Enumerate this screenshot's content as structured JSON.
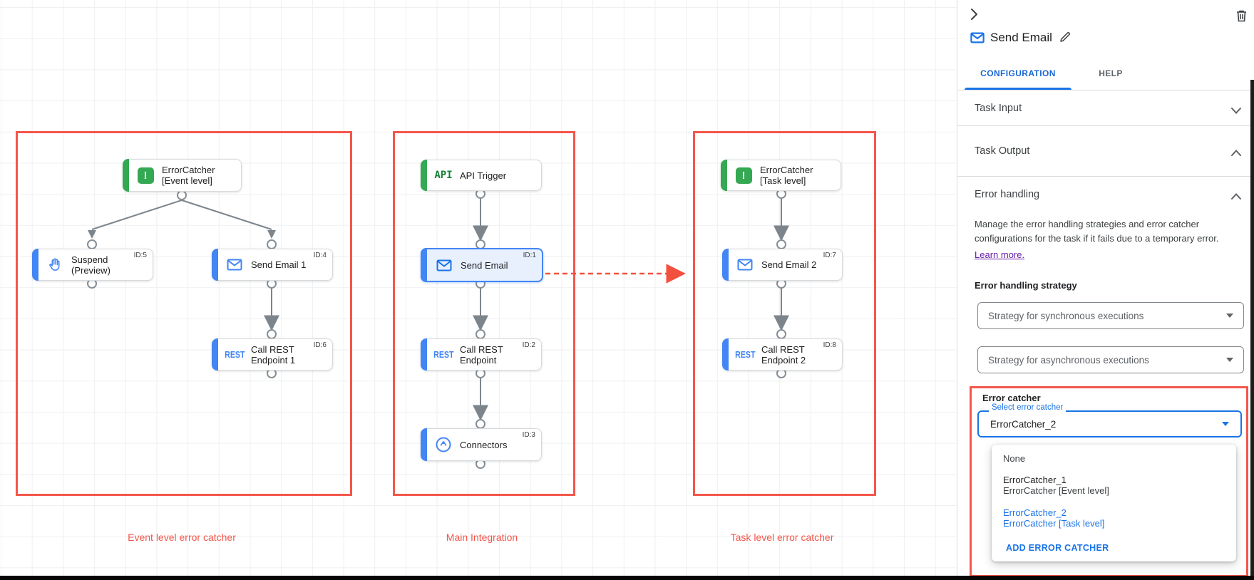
{
  "colors": {
    "accent_blue": "#1a73e8",
    "node_blue": "#4285f4",
    "node_green": "#34a853",
    "annotation_red": "#f4564a",
    "link_purple": "#681da8"
  },
  "canvas": {
    "groups": [
      {
        "label": "Event level error catcher"
      },
      {
        "label": "Main Integration"
      },
      {
        "label": "Task level error catcher"
      }
    ],
    "nodes": [
      {
        "line1": "ErrorCatcher",
        "line2": "[Event level]",
        "id": "",
        "icon": "error-catcher-icon",
        "icon_text": "!"
      },
      {
        "line1": "Suspend",
        "line2": "(Preview)",
        "id": "ID:5",
        "icon": "hand-icon",
        "icon_text": ""
      },
      {
        "line1": "Send Email 1",
        "line2": "",
        "id": "ID:4",
        "icon": "email-icon",
        "icon_text": ""
      },
      {
        "line1": "Call REST",
        "line2": "Endpoint 1",
        "id": "ID:6",
        "icon": "rest-icon",
        "icon_text": "REST"
      },
      {
        "line1": "API Trigger",
        "line2": "",
        "id": "",
        "icon": "api-icon",
        "icon_text": "API"
      },
      {
        "line1": "Send Email",
        "line2": "",
        "id": "ID:1",
        "icon": "email-icon",
        "icon_text": ""
      },
      {
        "line1": "Call REST",
        "line2": "Endpoint",
        "id": "ID:2",
        "icon": "rest-icon",
        "icon_text": "REST"
      },
      {
        "line1": "Connectors",
        "line2": "",
        "id": "ID:3",
        "icon": "connectors-icon",
        "icon_text": ""
      },
      {
        "line1": "ErrorCatcher",
        "line2": "[Task level]",
        "id": "",
        "icon": "error-catcher-icon",
        "icon_text": "!"
      },
      {
        "line1": "Send Email 2",
        "line2": "",
        "id": "ID:7",
        "icon": "email-icon",
        "icon_text": ""
      },
      {
        "line1": "Call REST",
        "line2": "Endpoint 2",
        "id": "ID:8",
        "icon": "rest-icon",
        "icon_text": "REST"
      }
    ]
  },
  "panel": {
    "title": "Send Email",
    "tabs": [
      {
        "label": "CONFIGURATION"
      },
      {
        "label": "HELP"
      }
    ],
    "sections": {
      "task_input": "Task Input",
      "task_output": "Task Output",
      "error_handling": "Error handling"
    },
    "error_handling": {
      "description": "Manage the error handling strategies and error catcher configurations for the task if it fails due to a temporary error.",
      "learn_more": "Learn more.",
      "strategy_label": "Error handling strategy",
      "sync_select": "Strategy for synchronous executions",
      "async_select": "Strategy for asynchronous executions",
      "error_catcher_label": "Error catcher",
      "select_label": "Select error catcher",
      "select_value": "ErrorCatcher_2",
      "menu": {
        "items": [
          {
            "title": "None",
            "subtitle": ""
          },
          {
            "title": "ErrorCatcher_1",
            "subtitle": "ErrorCatcher [Event level]"
          },
          {
            "title": "ErrorCatcher_2",
            "subtitle": "ErrorCatcher [Task level]"
          }
        ],
        "action": "ADD ERROR CATCHER"
      }
    }
  }
}
